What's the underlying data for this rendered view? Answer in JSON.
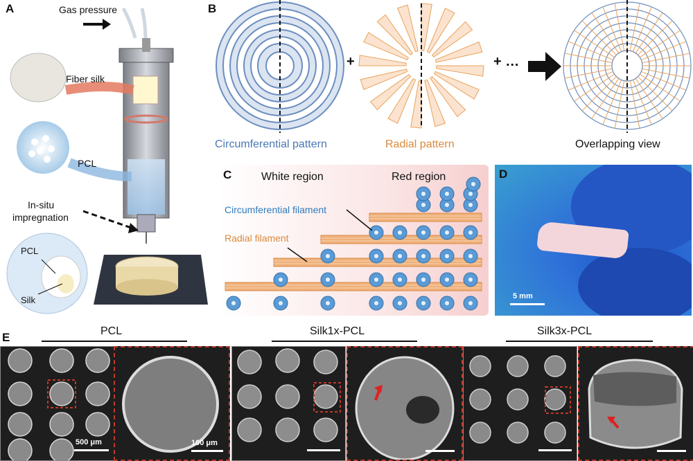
{
  "panels": {
    "a": "A",
    "b": "B",
    "c": "C",
    "d": "D",
    "e": "E"
  },
  "panel_a": {
    "gas_pressure": "Gas pressure",
    "fiber_silk": "Fiber silk",
    "pcl": "PCL",
    "in_situ_line1": "In-situ",
    "in_situ_line2": "impregnation",
    "inset_pcl": "PCL",
    "inset_silk": "Silk"
  },
  "panel_b": {
    "circumferential": "Circumferential pattern",
    "radial": "Radial pattern",
    "overlap": "Overlapping view",
    "plus1": "+",
    "plus2": "+ …",
    "colors": {
      "circ": "#6c8ebf",
      "radial": "#e8a25a",
      "circ_fill": "#dbe4f1",
      "radial_fill": "#fbe3cf"
    }
  },
  "panel_c": {
    "white_region": "White region",
    "red_region": "Red region",
    "circ_filament": "Circumferential filament",
    "radial_filament": "Radial filament"
  },
  "panel_d": {
    "scale": "5 mm"
  },
  "panel_e": {
    "groups": [
      {
        "title": "PCL",
        "scale_overview": "500 μm",
        "scale_zoom": "100 μm"
      },
      {
        "title": "Silk1x-PCL",
        "scale_overview": "",
        "scale_zoom": ""
      },
      {
        "title": "Silk3x-PCL",
        "scale_overview": "",
        "scale_zoom": ""
      }
    ]
  }
}
